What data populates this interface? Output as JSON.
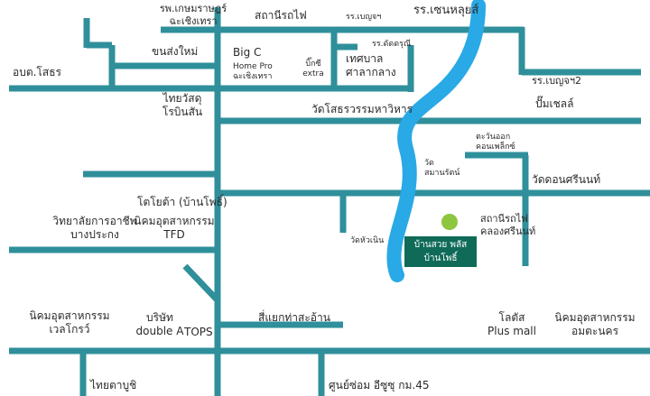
{
  "colors": {
    "road": "#2f8f9a",
    "river": "#29a9e6",
    "destination": "#0f6b58",
    "marker": "#8ec63f"
  },
  "labels": {
    "hospital": [
      "รพ.เกษมราษฎร์",
      "ฉะเชิงเทรา"
    ],
    "station": "สถานีรถไฟ",
    "school_benjama": "รร.เบญจฯ",
    "school_chen": "รร.เซนหลุยส์",
    "khon_song_mai": "ขนส่งใหม่",
    "big_c": "Big C",
    "home_pro": [
      "Home Pro",
      "ฉะเชิงเทรา"
    ],
    "tesco": [
      "บิ๊กซี",
      "extra"
    ],
    "school_datsadi": "รร.ดัดดรุณี",
    "municipal": [
      "เทศบาล",
      "ศาลากลาง"
    ],
    "obt": "อบต.โสธร",
    "school_benja2": "รร.เบญจฯ2",
    "thaiwasadu": [
      "ไทยวัสดุ",
      "โรบินสัน"
    ],
    "pump_shell": "ปั๊มเชลล์",
    "wat_sothon": "วัดโสธรวรรมหาวิหาร",
    "tawan_ok": [
      "ตะวันออก",
      "คอนเพล็กซ์"
    ],
    "wat_samanchan": [
      "วัด",
      "สมานรัตน์"
    ],
    "wat_don_srinon": "วัดดอนศรีนนท์",
    "toyota": "โตโยต้า (บ้านโพธิ์)",
    "college": [
      "วิทยาลัยการอาชีพ",
      "บางประกง"
    ],
    "tfd": [
      "นิคมอุตสาหกรรม",
      "TFD"
    ],
    "wat_hua_noen": "วัดหัวเนิน",
    "station_khlong": [
      "สถานีรถไฟ",
      "คลองศรีนนท์"
    ],
    "destination": [
      "บ้านสวย พลัส",
      "บ้านโพธิ์"
    ],
    "welgrow": [
      "นิคมอุตสาหกรรม",
      "เวลโกรว์"
    ],
    "double_a": [
      "บริษัท",
      "double A"
    ],
    "tops": "TOPS",
    "sii_yaek": "สี่แยกท่าสะอ้าน",
    "lotus": [
      "โลตัส",
      "Plus mall"
    ],
    "amata": [
      "นิคมอุตสาหกรรม",
      "อมตะนคร"
    ],
    "thai_tabuchi": "ไทยตาบูชิ",
    "repair_center": "ศูนย์ซ่อม อีซูซุ กม.45"
  }
}
